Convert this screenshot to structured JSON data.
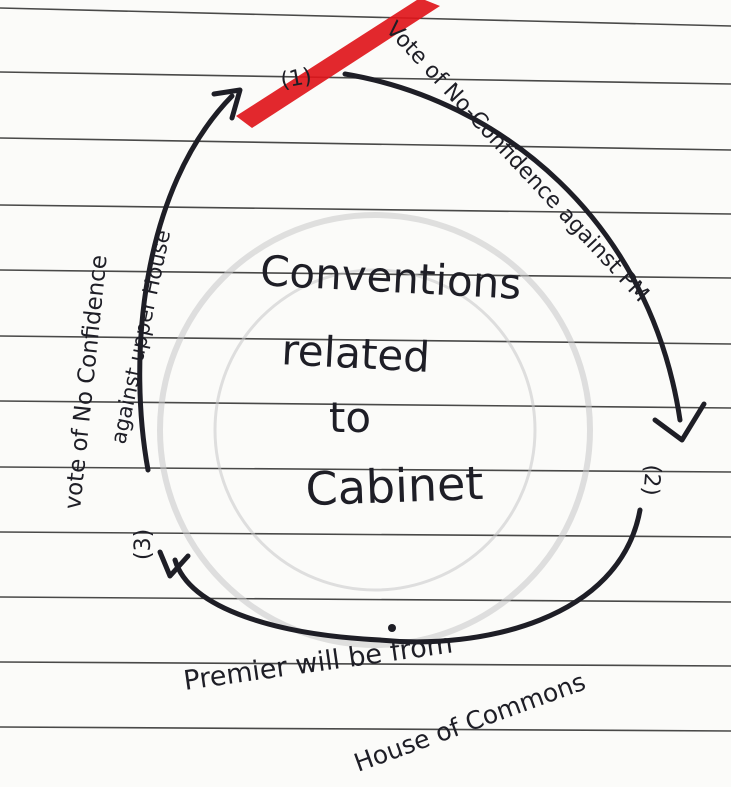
{
  "center": {
    "line1": "Conventions",
    "line2": "related",
    "line3": "to",
    "line4": "Cabinet"
  },
  "nodes": {
    "n1": {
      "num": "(1)",
      "label": "Vote of No-Confidence against PM"
    },
    "n2": {
      "num": "(2)",
      "label_a": "Premier will be from",
      "label_b": "House of Commons"
    },
    "n3": {
      "num": "(3)",
      "label_a": "vote of No Confidence",
      "label_b": "against upper House"
    }
  },
  "colors": {
    "ink": "#1e1e26",
    "rule": "#2a2a2a",
    "highlight": "#e0161b",
    "paper": "#fbfbf9"
  }
}
